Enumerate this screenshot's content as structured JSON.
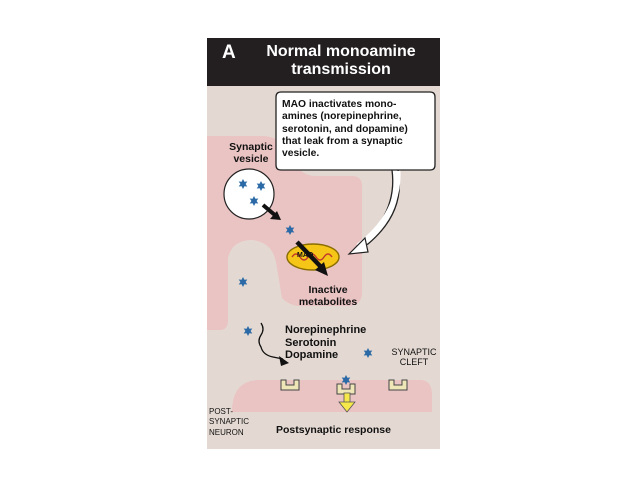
{
  "panel": {
    "letter": "A",
    "title_line1": "Normal monoamine",
    "title_line2": "transmission"
  },
  "callout": {
    "text": "MAO inactivates mono-amines (norepinephrine, serotonin, and dopamine) that leak from a synaptic vesicle."
  },
  "labels": {
    "synaptic_vesicle_1": "Synaptic",
    "synaptic_vesicle_2": "vesicle",
    "mao": "MAO",
    "inactive_1": "Inactive",
    "inactive_2": "metabolites",
    "nt_1": "Norepinephrine",
    "nt_2": "Serotonin",
    "nt_3": "Dopamine",
    "cleft_1": "SYNAPTIC",
    "cleft_2": "CLEFT",
    "post_1": "POST-",
    "post_2": "SYNAPTIC",
    "post_3": "NEURON",
    "response": "Postsynaptic response"
  },
  "colors": {
    "panel_bg": "#e4d9d2",
    "header_bg": "#231f20",
    "neuron_fill": "#eac3c3",
    "molecule": "#2b6aa6",
    "mitochondrion": "#f5c518",
    "response_arrow": "#f6e84a"
  }
}
